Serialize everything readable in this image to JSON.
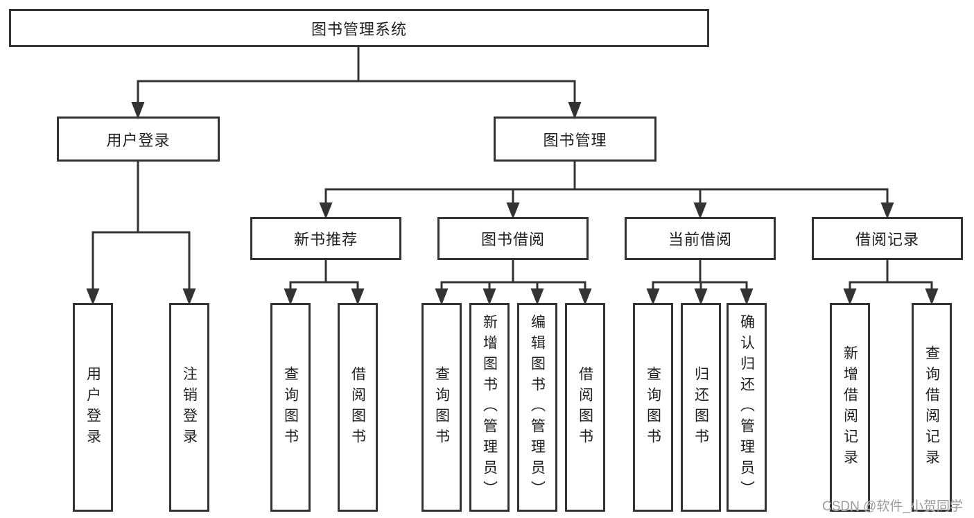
{
  "diagram": {
    "root": {
      "label": "图书管理系统"
    },
    "branches": [
      {
        "label": "用户登录",
        "children": [
          {
            "label": "用户登录"
          },
          {
            "label": "注销登录"
          }
        ]
      },
      {
        "label": "图书管理",
        "children": [
          {
            "label": "新书推荐",
            "children": [
              {
                "label": "查询图书"
              },
              {
                "label": "借阅图书"
              }
            ]
          },
          {
            "label": "图书借阅",
            "children": [
              {
                "label": "查询图书"
              },
              {
                "label": "新增图书（管理员）"
              },
              {
                "label": "编辑图书（管理员）"
              },
              {
                "label": "借阅图书"
              }
            ]
          },
          {
            "label": "当前借阅",
            "children": [
              {
                "label": "查询图书"
              },
              {
                "label": "归还图书"
              },
              {
                "label": "确认归还（管理员）"
              }
            ]
          },
          {
            "label": "借阅记录",
            "children": [
              {
                "label": "新增借阅记录"
              },
              {
                "label": "查询借阅记录"
              }
            ]
          }
        ]
      }
    ]
  },
  "watermark": {
    "text": "CSDN @软件_小贺同学"
  },
  "colors": {
    "line": "#333333",
    "box_fill": "#ffffff",
    "text": "#1f1f1f",
    "watermark": "#9c9c9c"
  }
}
